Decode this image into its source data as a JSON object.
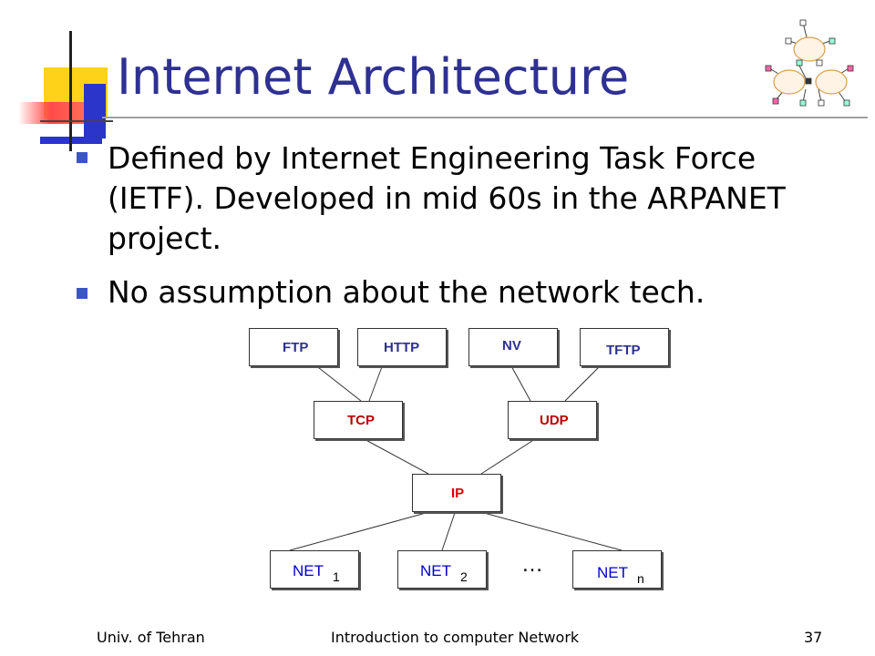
{
  "slide": {
    "title": "Internet Architecture",
    "bullets": [
      "Defined by Internet Engineering Task Force (IETF). Developed in mid 60s in the ARPANET project.",
      "No assumption about the network tech."
    ]
  },
  "diagram": {
    "application": [
      "FTP",
      "HTTP",
      "NV",
      "TFTP"
    ],
    "transport": [
      "TCP",
      "UDP"
    ],
    "network": "IP",
    "nets": [
      {
        "label": "NET",
        "sub": "1"
      },
      {
        "label": "NET",
        "sub": "2"
      },
      {
        "label": "NET",
        "sub": "n"
      }
    ],
    "ellipsis": "…"
  },
  "footer": {
    "left": "Univ. of Tehran",
    "center": "Introduction to computer Network",
    "page": "37"
  },
  "colors": {
    "title": "#2e3192",
    "bullet": "#3a55c6",
    "transport_text": "#b80000",
    "net_text": "#0000cc"
  }
}
